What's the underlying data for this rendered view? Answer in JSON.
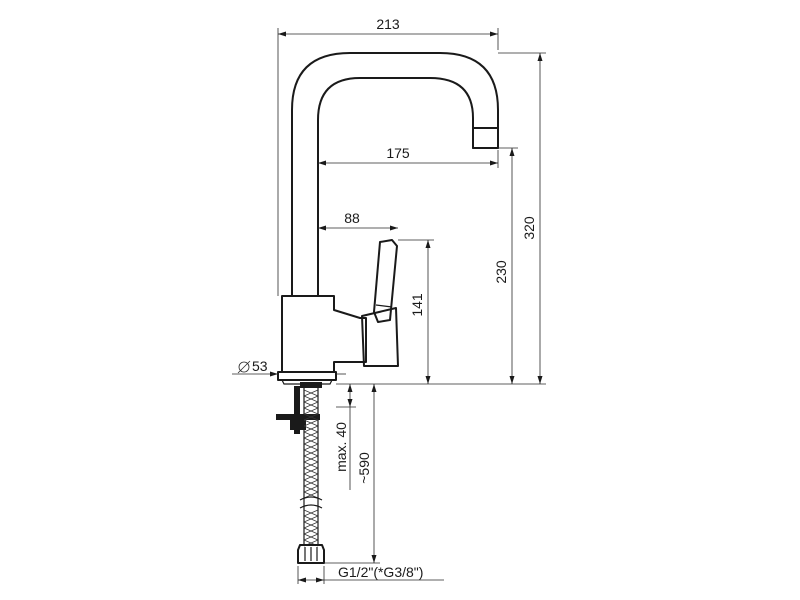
{
  "drawing": {
    "dimensions": {
      "width_total": "213",
      "spout_reach": "175",
      "lever_offset": "88",
      "height_total": "320",
      "spout_height": "230",
      "lever_height": "141",
      "base_diameter": "53",
      "max_thickness": "max. 40",
      "hose_length": "~590",
      "connection_thread": "G1/2\"(*G3/8\")"
    },
    "diameter_symbol": "⌀"
  }
}
